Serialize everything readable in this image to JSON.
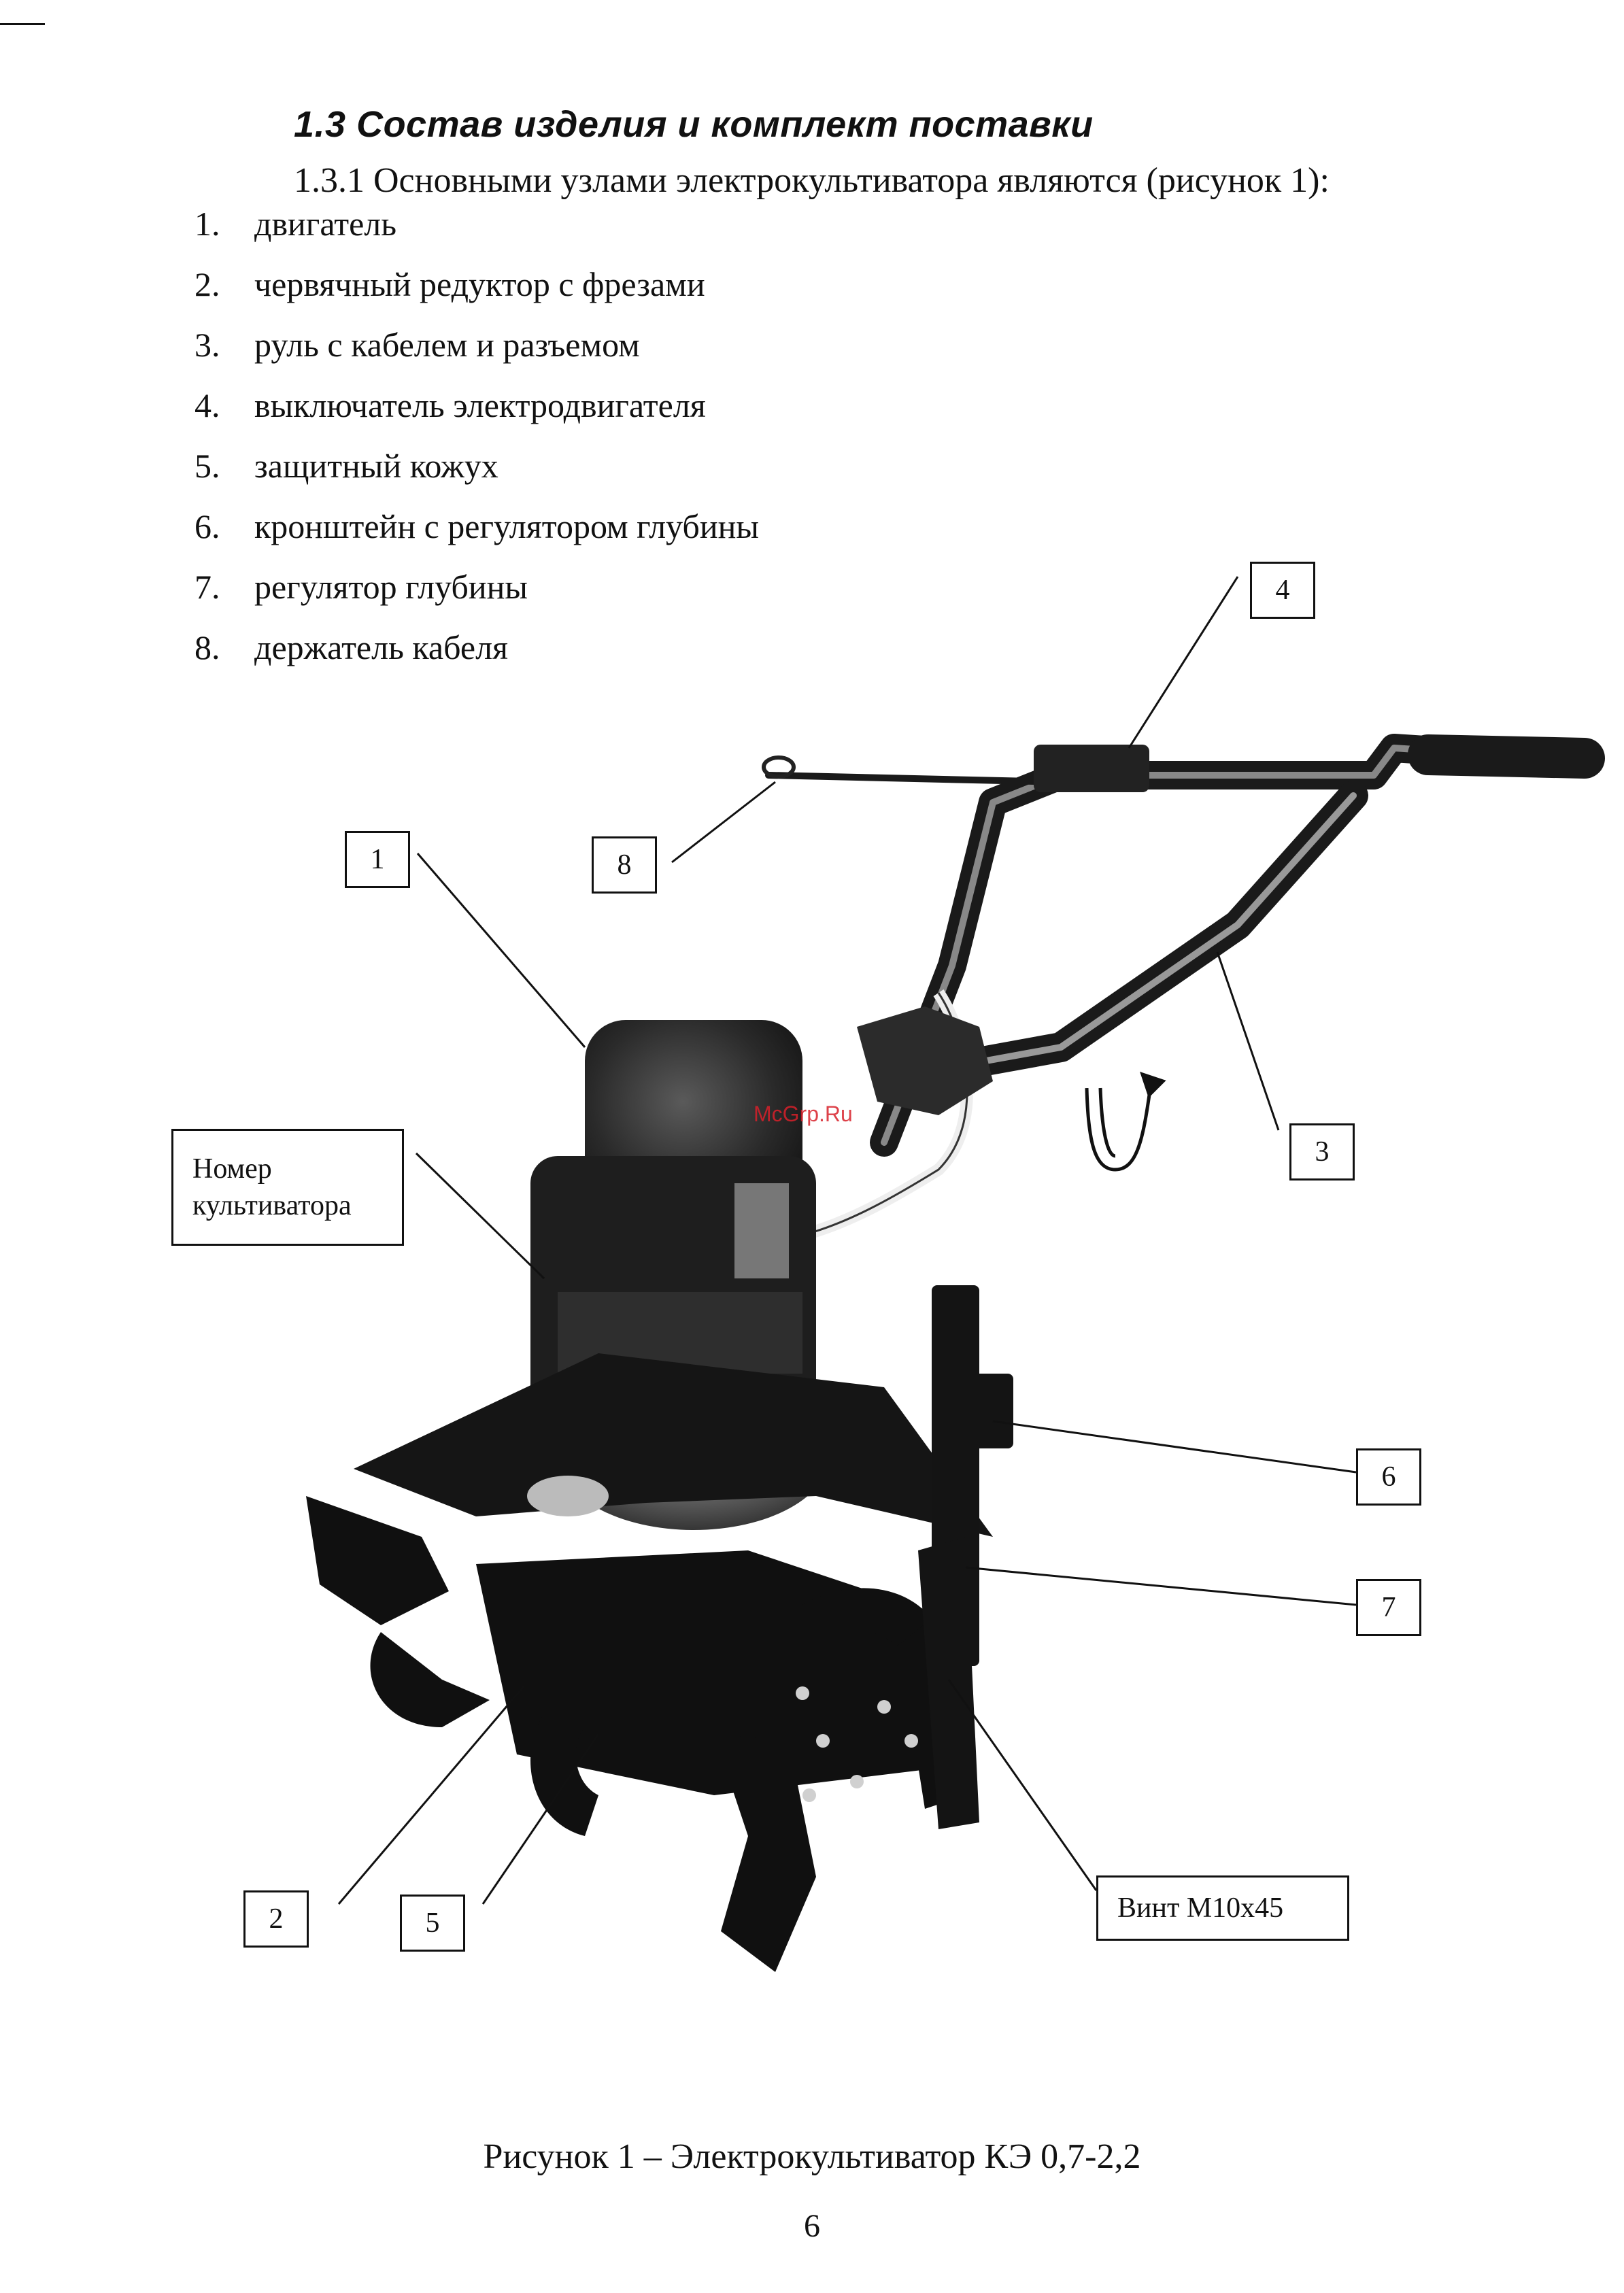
{
  "section": {
    "title": "1.3 Состав изделия и комплект поставки",
    "intro": "1.3.1 Основными узлами электрокультиватора являются (рисунок 1):"
  },
  "parts": [
    {
      "num": "1.",
      "label": "двигатель"
    },
    {
      "num": "2.",
      "label": "червячный редуктор с фрезами"
    },
    {
      "num": "3.",
      "label": "руль с кабелем и разъемом"
    },
    {
      "num": "4.",
      "label": "выключатель электродвигателя"
    },
    {
      "num": "5.",
      "label": "защитный кожух"
    },
    {
      "num": "6.",
      "label": "кронштейн с регулятором глубины"
    },
    {
      "num": "7.",
      "label": "регулятор глубины"
    },
    {
      "num": "8.",
      "label": "держатель кабеля"
    }
  ],
  "figure": {
    "callouts": {
      "c1": "1",
      "c2": "2",
      "c3": "3",
      "c4": "4",
      "c5": "5",
      "c6": "6",
      "c7": "7",
      "c8": "8"
    },
    "serial_label_line1": "Номер",
    "serial_label_line2": "культиватора",
    "screw_label": "Винт М10х45",
    "watermark": "McGrp.Ru",
    "caption": "Рисунок 1 – Электрокультиватор КЭ 0,7-2,2"
  },
  "page_number": "6"
}
